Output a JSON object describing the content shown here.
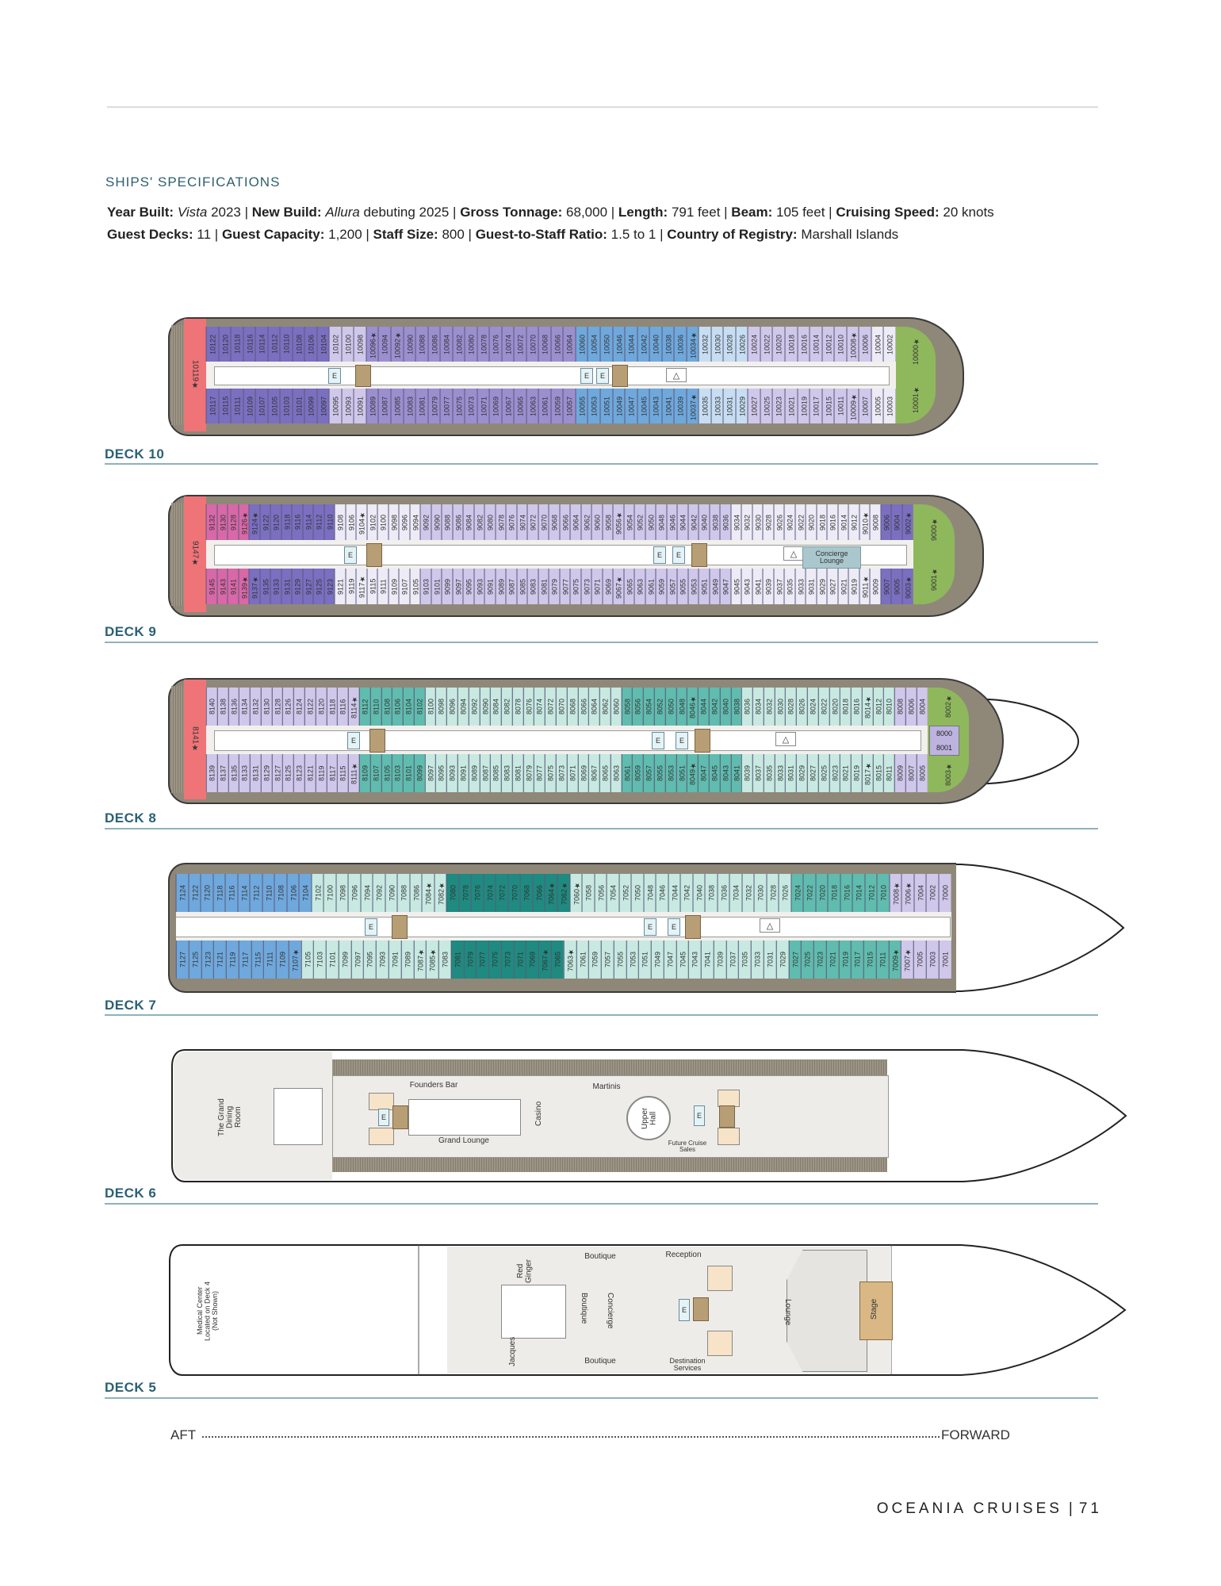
{
  "header": {
    "section_title": "SHIPS' SPECIFICATIONS",
    "specs_line1": [
      {
        "label": "Year Built:",
        "value_italic": "Vista",
        "value": "2023"
      },
      {
        "label": "New Build:",
        "value_italic": "Allura",
        "value": "debuting 2025"
      },
      {
        "label": "Gross Tonnage:",
        "value": "68,000"
      },
      {
        "label": "Length:",
        "value": "791 feet"
      },
      {
        "label": "Beam:",
        "value": "105 feet"
      },
      {
        "label": "Cruising Speed:",
        "value": "20 knots"
      }
    ],
    "specs_line2": [
      {
        "label": "Guest Decks:",
        "value": "11"
      },
      {
        "label": "Guest Capacity:",
        "value": "1,200"
      },
      {
        "label": "Staff Size:",
        "value": "800"
      },
      {
        "label": "Guest-to-Staff Ratio:",
        "value": "1.5 to 1"
      },
      {
        "label": "Country of Registry:",
        "value": "Marshall Islands"
      }
    ]
  },
  "colors": {
    "heading": "#2f5f6e",
    "deck_label": "#2a6075",
    "rule": "#8fb2bb",
    "owners_suite": "#ef7478",
    "vista_suite": "#8fb85c",
    "oceania_suite": "#9b8fd0",
    "penthouse": "#7a6fc0",
    "concierge_veranda_blue": "#6fa8dc",
    "veranda_light_blue": "#c6ddf2",
    "veranda_lavender": "#cfc8ea",
    "veranda_pale": "#ecebf6",
    "teal_dark": "#1f8a80",
    "teal_mid": "#5fbcae",
    "teal_light": "#c7e9e1",
    "pink_suite": "#d868a8",
    "wood_deck": "#8f8879"
  },
  "decks": [
    {
      "name": "DECK 10",
      "aft_suite": "10119★",
      "fwd_suites": [
        "10000★",
        "10001★"
      ],
      "port_cabins": [
        "10122",
        "10120",
        "10118",
        "10116",
        "10114",
        "10112",
        "10110",
        "10108",
        "10106",
        "10104",
        "10102",
        "10100",
        "10098",
        "10096★",
        "10094",
        "10092★",
        "10090",
        "10088",
        "10086",
        "10084",
        "10082",
        "10080",
        "10078",
        "10076",
        "10074",
        "10072",
        "10070",
        "10068",
        "10066",
        "10064",
        "10060",
        "10054",
        "10050",
        "10046",
        "10044",
        "10042",
        "10040",
        "10038",
        "10036",
        "10034★",
        "10032",
        "10030",
        "10028",
        "10026",
        "10024",
        "10022",
        "10020",
        "10018",
        "10016",
        "10014",
        "10012",
        "10010",
        "10008★",
        "10006",
        "10004",
        "10002"
      ],
      "starboard_cabins": [
        "10117",
        "10115",
        "10111",
        "10109",
        "10107",
        "10105",
        "10103",
        "10101",
        "10099",
        "10097",
        "10095",
        "10093",
        "10091",
        "10089",
        "10087",
        "10085",
        "10083",
        "10081",
        "10079",
        "10077",
        "10075",
        "10073",
        "10071",
        "10069",
        "10067",
        "10065",
        "10063",
        "10061",
        "10059",
        "10057",
        "10055",
        "10053",
        "10051",
        "10049",
        "10047",
        "10045",
        "10043",
        "10041",
        "10039",
        "10037★",
        "10035",
        "10033",
        "10031",
        "10029",
        "10027",
        "10025",
        "10023",
        "10021",
        "10019",
        "10017",
        "10015",
        "10011",
        "10009★",
        "10007",
        "10005",
        "10003"
      ]
    },
    {
      "name": "DECK 9",
      "aft_suite": "9147★",
      "fwd_suites": [
        "9000★",
        "9001★"
      ],
      "venues": [
        "Concierge Lounge"
      ],
      "port_cabins": [
        "9132",
        "9130",
        "9128",
        "9126★",
        "9124★",
        "9122",
        "9120",
        "9118",
        "9116",
        "9114",
        "9112",
        "9110",
        "9108",
        "9106",
        "9104★",
        "9102",
        "9100",
        "9098",
        "9096",
        "9094",
        "9092",
        "9090",
        "9088",
        "9086",
        "9084",
        "9082",
        "9080",
        "9078",
        "9076",
        "9074",
        "9072",
        "9070",
        "9068",
        "9066",
        "9064",
        "9062",
        "9060",
        "9058",
        "9056★",
        "9054",
        "9052",
        "9050",
        "9048",
        "9046",
        "9044",
        "9042",
        "9040",
        "9038",
        "9036",
        "9034",
        "9032",
        "9030",
        "9028",
        "9026",
        "9024",
        "9022",
        "9020",
        "9018",
        "9016",
        "9014",
        "9012",
        "9010★",
        "9008",
        "9006",
        "9004",
        "9002★"
      ],
      "starboard_cabins": [
        "9145",
        "9143",
        "9141",
        "9139★",
        "9137★",
        "9135",
        "9133",
        "9131",
        "9129",
        "9127",
        "9125",
        "9123",
        "9121",
        "9119",
        "9117★",
        "9115",
        "9111",
        "9109",
        "9107",
        "9105",
        "9103",
        "9101",
        "9099",
        "9097",
        "9095",
        "9093",
        "9091",
        "9089",
        "9087",
        "9085",
        "9083",
        "9081",
        "9079",
        "9077",
        "9075",
        "9073",
        "9071",
        "9069",
        "9067★",
        "9065",
        "9063",
        "9061",
        "9059",
        "9057",
        "9055",
        "9053",
        "9051",
        "9049",
        "9047",
        "9045",
        "9043",
        "9041",
        "9039",
        "9037",
        "9035",
        "9033",
        "9031",
        "9029",
        "9027",
        "9021",
        "9019",
        "9011★",
        "9009",
        "9007",
        "9005",
        "9003★"
      ]
    },
    {
      "name": "DECK 8",
      "aft_suite": "8141★",
      "fwd_suites": [
        "8002★",
        "8003★"
      ],
      "fwd_cabins": [
        "8000",
        "8001"
      ],
      "port_cabins": [
        "8140",
        "8138",
        "8136",
        "8134",
        "8132",
        "8130",
        "8128",
        "8126",
        "8124",
        "8122",
        "8120",
        "8118",
        "8116",
        "8114★",
        "8112",
        "8110",
        "8108",
        "8106",
        "8104",
        "8102",
        "8100",
        "8098",
        "8096",
        "8094",
        "8092",
        "8090",
        "8084",
        "8082",
        "8078",
        "8076",
        "8074",
        "8072",
        "8070",
        "8068",
        "8066",
        "8064",
        "8062",
        "8060",
        "8058",
        "8056",
        "8054",
        "8052",
        "8050",
        "8048",
        "8046★",
        "8044",
        "8042",
        "8040",
        "8038",
        "8036",
        "8034",
        "8032",
        "8030",
        "8028",
        "8026",
        "8024",
        "8022",
        "8020",
        "8018",
        "8016",
        "8014★",
        "8012",
        "8010",
        "8008",
        "8006",
        "8004"
      ],
      "starboard_cabins": [
        "8139",
        "8137",
        "8135",
        "8133",
        "8131",
        "8129",
        "8127",
        "8125",
        "8123",
        "8121",
        "8119",
        "8117",
        "8115",
        "8111★",
        "8109",
        "8107",
        "8105",
        "8103",
        "8101",
        "8099",
        "8097",
        "8095",
        "8093",
        "8091",
        "8089",
        "8087",
        "8085",
        "8083",
        "8081",
        "8079",
        "8077",
        "8075",
        "8073",
        "8071",
        "8069",
        "8067",
        "8065",
        "8063",
        "8061",
        "8059",
        "8057",
        "8055",
        "8053",
        "8051",
        "8049★",
        "8047",
        "8045",
        "8043",
        "8041",
        "8039",
        "8037",
        "8035",
        "8033",
        "8031",
        "8029",
        "8027",
        "8025",
        "8023",
        "8021",
        "8019",
        "8017★",
        "8015",
        "8011",
        "8009",
        "8007",
        "8005"
      ]
    },
    {
      "name": "DECK 7",
      "port_cabins": [
        "7124",
        "7122",
        "7120",
        "7118",
        "7116",
        "7114",
        "7112",
        "7110",
        "7108",
        "7106",
        "7104",
        "7102",
        "7100",
        "7098",
        "7096",
        "7094",
        "7092",
        "7090",
        "7088",
        "7086",
        "7084★",
        "7082★",
        "7080",
        "7078",
        "7076",
        "7074",
        "7072",
        "7070",
        "7068",
        "7066",
        "7064★",
        "7062★",
        "7060★",
        "7058",
        "7056",
        "7054",
        "7052",
        "7050",
        "7048",
        "7046",
        "7044",
        "7042",
        "7040",
        "7038",
        "7036",
        "7034",
        "7032",
        "7030",
        "7028",
        "7026",
        "7024",
        "7022",
        "7020",
        "7018",
        "7016",
        "7014",
        "7012",
        "7010",
        "7008★",
        "7006★",
        "7004",
        "7002",
        "7000"
      ],
      "starboard_cabins": [
        "7127",
        "7125",
        "7123",
        "7121",
        "7119",
        "7117",
        "7115",
        "7111",
        "7109",
        "7107★",
        "7105",
        "7103",
        "7101",
        "7099",
        "7097",
        "7095",
        "7093",
        "7091",
        "7089",
        "7087★",
        "7085★",
        "7083",
        "7081",
        "7079",
        "7077",
        "7075",
        "7073",
        "7071",
        "7069",
        "7067★",
        "7065",
        "7063★",
        "7061",
        "7059",
        "7057",
        "7055",
        "7053",
        "7051",
        "7049",
        "7047",
        "7045",
        "7043",
        "7041",
        "7039",
        "7037",
        "7035",
        "7033",
        "7031",
        "7029",
        "7027",
        "7025",
        "7023",
        "7021",
        "7019",
        "7017",
        "7015",
        "7011",
        "7009★",
        "7007★",
        "7005",
        "7003",
        "7001"
      ]
    },
    {
      "name": "DECK 6",
      "venues": [
        "The Grand Dining Room",
        "Founders Bar",
        "Grand Lounge",
        "Casino",
        "Martinis",
        "Upper Hall",
        "Future Cruise Sales"
      ]
    },
    {
      "name": "DECK 5",
      "venues": [
        "Medical Center Located on Deck 4 (Not Shown)",
        "Red Ginger",
        "Jacques",
        "Boutique",
        "Boutique",
        "Boutique",
        "Concierge",
        "Reception",
        "Destination Services",
        "Lounge",
        "Stage"
      ]
    }
  ],
  "orientation": {
    "aft": "AFT",
    "forward": "FORWARD"
  },
  "footer": {
    "brand": "OCEANIA CRUISES",
    "page": "71"
  }
}
